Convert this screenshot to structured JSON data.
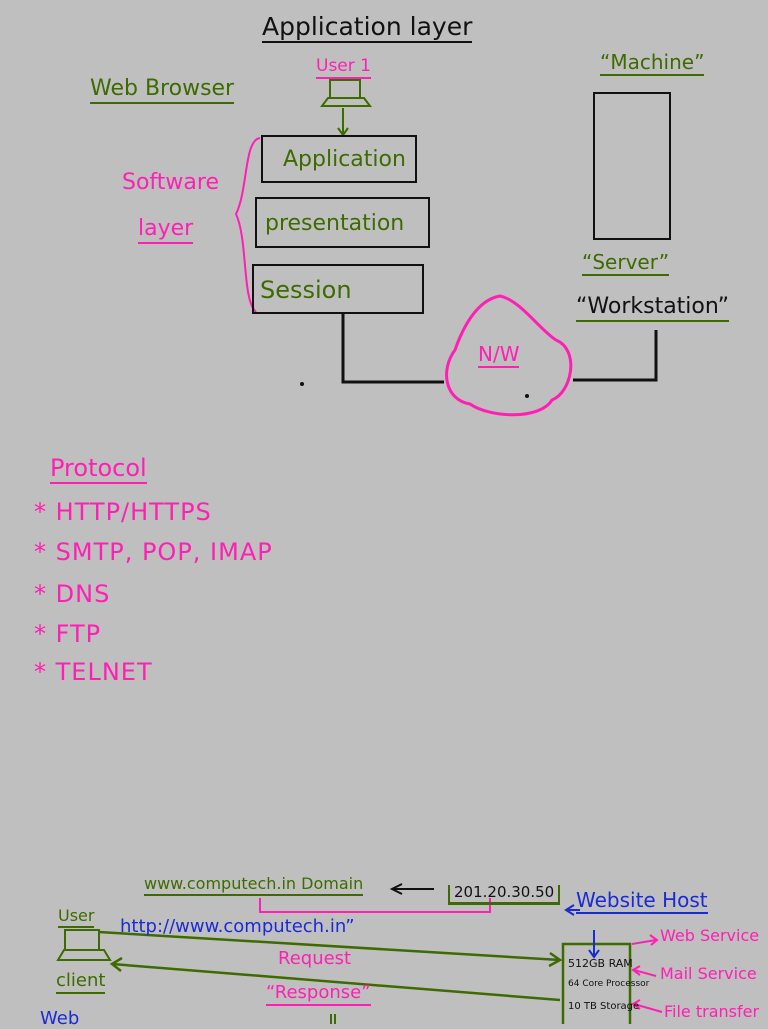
{
  "title": "Application layer",
  "top": {
    "web_browser": "Web Browser",
    "user": "User 1",
    "software_layer": [
      "Software",
      "layer"
    ],
    "layers": [
      "Application",
      "presentation",
      "Session"
    ],
    "machine": "“Machine”",
    "server": "“Server”",
    "workstation": "“Workstation”",
    "network": "N/W"
  },
  "protocols": {
    "heading": "Protocol",
    "items": [
      "* HTTP/HTTPS",
      "* SMTP, POP, IMAP",
      "* DNS",
      "* FTP",
      "* TELNET"
    ]
  },
  "bottom": {
    "domain": "www.computech.in Domain",
    "ip": "201.20.30.50",
    "website_host": "Website Host",
    "user": "User",
    "url": "http://www.computech.in”",
    "request": "Request",
    "response": "“Response”",
    "client": "client",
    "web_partial": "Web",
    "host_specs": [
      "512GB RAM",
      "64 Core Processor",
      "10 TB Storage"
    ],
    "services": [
      "Web Service",
      "Mail Service",
      "File transfer"
    ]
  },
  "colors": {
    "green": "#3d6b00",
    "magenta": "#ff1fb4",
    "ink": "#111111",
    "blue": "#1a2bd6",
    "background": "#bfbfbf"
  }
}
